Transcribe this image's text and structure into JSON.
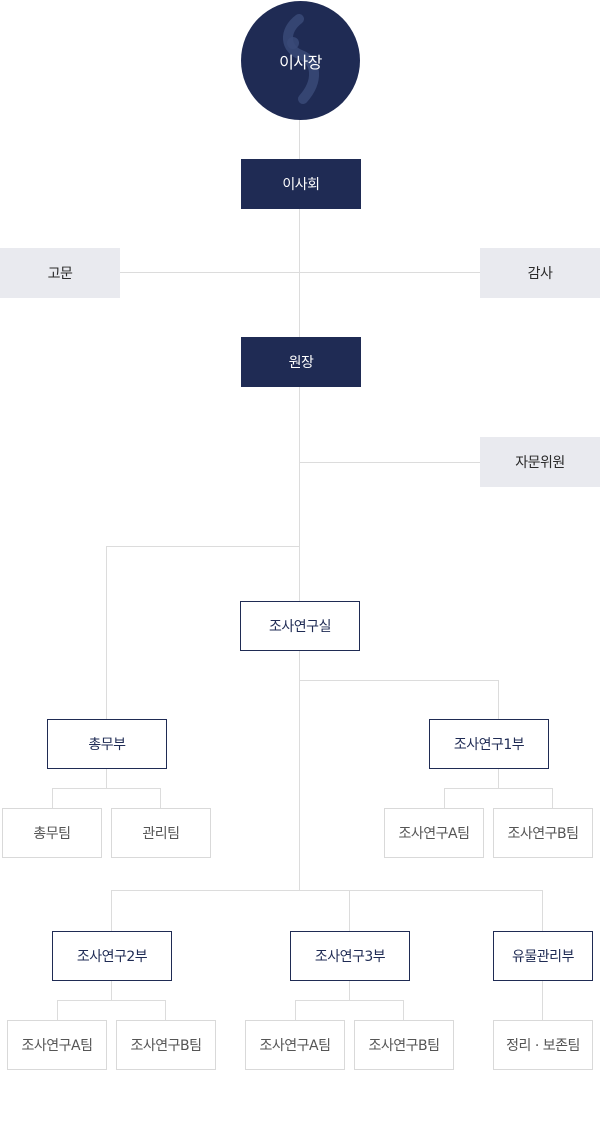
{
  "chairman": "이사장",
  "board": "이사회",
  "advisor": "고문",
  "auditor": "감사",
  "director": "원장",
  "advisory_committee": "자문위원",
  "research_office": "조사연구실",
  "departments": {
    "general_affairs": {
      "name": "총무부",
      "teams": [
        "총무팀",
        "관리팀"
      ]
    },
    "research1": {
      "name": "조사연구1부",
      "teams": [
        "조사연구A팀",
        "조사연구B팀"
      ]
    },
    "research2": {
      "name": "조사연구2부",
      "teams": [
        "조사연구A팀",
        "조사연구B팀"
      ]
    },
    "research3": {
      "name": "조사연구3부",
      "teams": [
        "조사연구A팀",
        "조사연구B팀"
      ]
    },
    "relics": {
      "name": "유물관리부",
      "teams": [
        "정리 · 보존팀"
      ]
    }
  },
  "colors": {
    "primary": "#1f2b54",
    "gray_box": "#e9eaef",
    "line": "#dcdcdc"
  }
}
